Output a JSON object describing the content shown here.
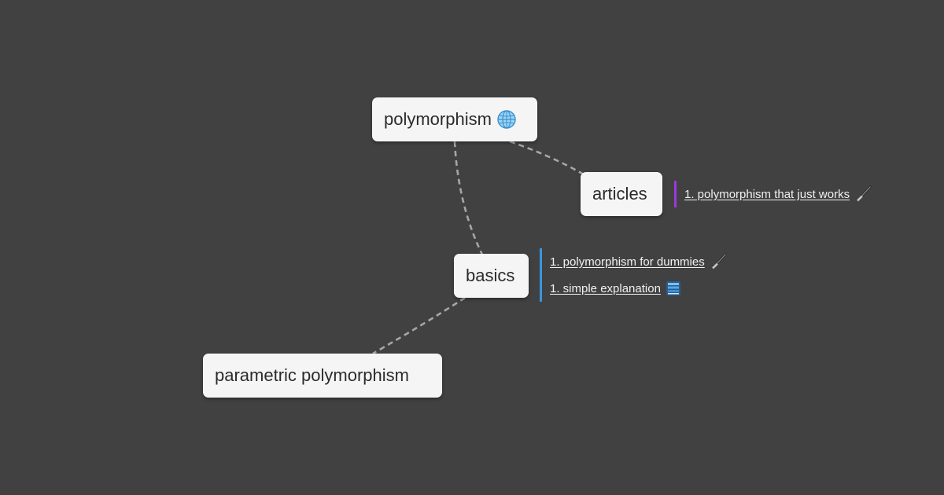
{
  "mindmap": {
    "root": {
      "label": "polymorphism",
      "icon": "globe-icon"
    },
    "articles": {
      "label": "articles",
      "accent_color": "#9d37e0",
      "links": [
        {
          "label": "1. polymorphism that just works",
          "icon": "brush-icon"
        }
      ]
    },
    "basics": {
      "label": "basics",
      "accent_color": "#3a95dd",
      "links": [
        {
          "label": "1. polymorphism for dummies",
          "icon": "brush-icon"
        },
        {
          "label": "1. simple explanation",
          "icon": "stack-icon"
        }
      ]
    },
    "parametric": {
      "label": "parametric polymorphism"
    }
  },
  "colors": {
    "background": "#414141",
    "node_fill": "#f5f5f5",
    "edge": "#a6a6a6",
    "link_text": "#f1f1f1"
  }
}
